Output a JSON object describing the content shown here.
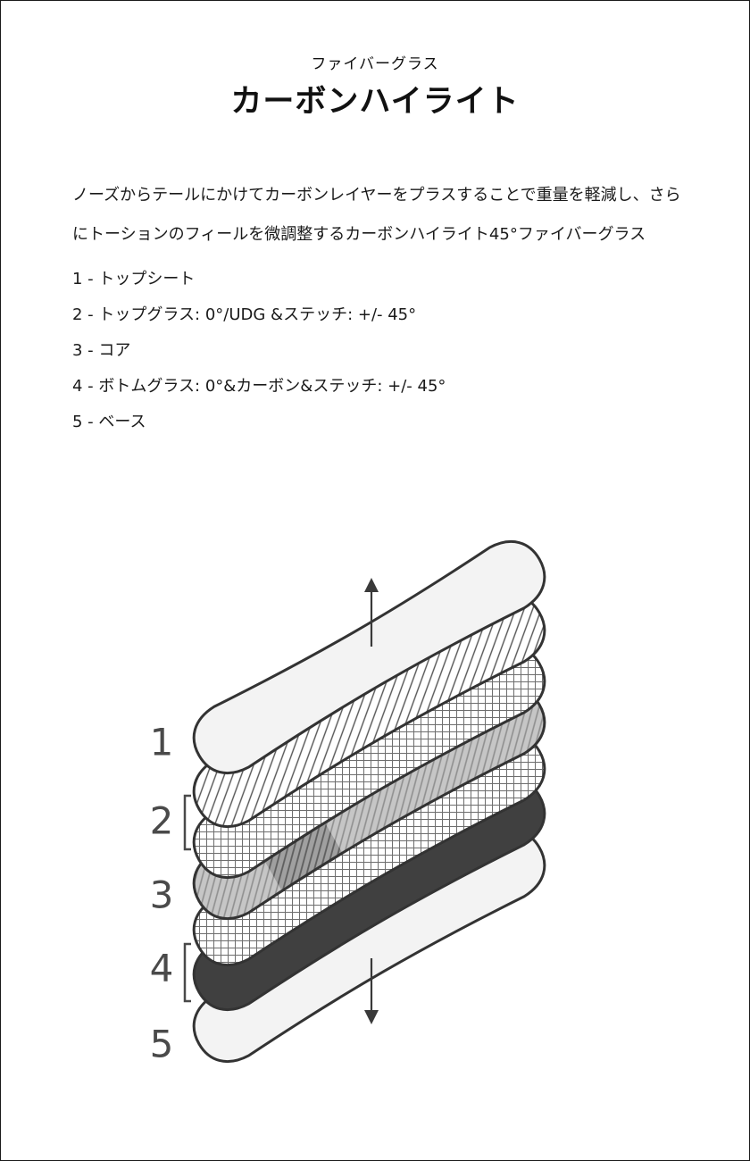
{
  "header": {
    "subtitle": "ファイバーグラス",
    "title": "カーボンハイライト"
  },
  "description": {
    "lines": [
      "ノーズからテールにかけてカーボンレイヤーをプラスすることで重量を軽減し、さら",
      "にトーションのフィールを微調整するカーボンハイライト45°ファイバーグラス"
    ]
  },
  "layer_list": {
    "items": [
      "1 - トップシート",
      "2 - トップグラス: 0°/UDG &ステッチ: +/- 45°",
      "3 - コア",
      "4 - ボトムグラス: 0°&カーボン&ステッチ: +/- 45°",
      "5 - ベース"
    ]
  },
  "diagram": {
    "labels": [
      "1",
      "2",
      "3",
      "4",
      "5"
    ]
  },
  "colors": {
    "text": "#1a1a1a",
    "outline": "#333333",
    "plain_layer": "#f3f3f3",
    "carbon_layer": "#404040",
    "core_gray": "#c6c6c6",
    "label_gray": "#4a4a4a"
  }
}
